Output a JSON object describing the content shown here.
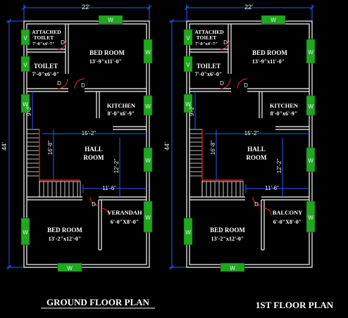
{
  "colors": {
    "background": "#000000",
    "wall": "#ffffff",
    "dimension": "#2a5cff",
    "window": "#1fa81f",
    "door_arc": "#e03030",
    "stair_rail": "#d22020",
    "text": "#ffffff"
  },
  "ground": {
    "title": "GROUND  FLOOR PLAN",
    "overall_width": "22'",
    "overall_depth": "44'",
    "rooms": {
      "attached_toilet": {
        "name": "ATTACHED",
        "name2": "TOILET",
        "size": "7'-0\"x4'-7\""
      },
      "bed_top": {
        "name": "BED ROOM",
        "size": "13'-9\"x11'-0\""
      },
      "toilet": {
        "name": "TOILET",
        "size": "7'-0\"x6'-0\""
      },
      "kitchen": {
        "name": "KITCHEN",
        "size": "8'-0\"x6'-9\""
      },
      "hall": {
        "name": "HALL",
        "name2": "ROOM"
      },
      "front": {
        "name": "VERANDAH",
        "size": "6'-0\"X8'-0\""
      },
      "bed_bottom": {
        "name": "BED ROOM",
        "size": "13'-2\"x12'-0\""
      }
    },
    "dims": {
      "d_9_2": "9'-2\"",
      "d_15_2": "15'-2\"",
      "d_16_8": "16'-8\"",
      "d_12_2": "12'-2\"",
      "d_11_6": "11'-6\""
    },
    "marks": {
      "w": "W",
      "v": "V",
      "d": "D"
    }
  },
  "first": {
    "title": "1ST FLOOR PLAN",
    "overall_width": "22'",
    "overall_depth": "44'",
    "rooms": {
      "attached_toilet": {
        "name": "ATTACHED",
        "name2": "TOILET",
        "size": "7'-0\"x4'-7\""
      },
      "bed_top": {
        "name": "BED ROOM",
        "size": "13'-9\"x11'-0\""
      },
      "toilet": {
        "name": "TOILET",
        "size": "7'-0\"x6'-0\""
      },
      "kitchen": {
        "name": "KITCHEN",
        "size": "8'-0\"x6'-9\""
      },
      "hall": {
        "name": "HALL",
        "name2": "ROOM"
      },
      "front": {
        "name": "BALCONY",
        "size": "6'-0\"X8'-0\""
      },
      "bed_bottom": {
        "name": "BED ROOM",
        "size": "13'-2\"x12'-0\""
      }
    },
    "dims": {
      "d_9_2": "9'-2\"",
      "d_15_2": "15'-2\"",
      "d_16_8": "16'-8\"",
      "d_12_2": "12'-2\"",
      "d_11_6": "11'-6\""
    },
    "marks": {
      "w": "W",
      "v": "V",
      "d": "D"
    }
  }
}
